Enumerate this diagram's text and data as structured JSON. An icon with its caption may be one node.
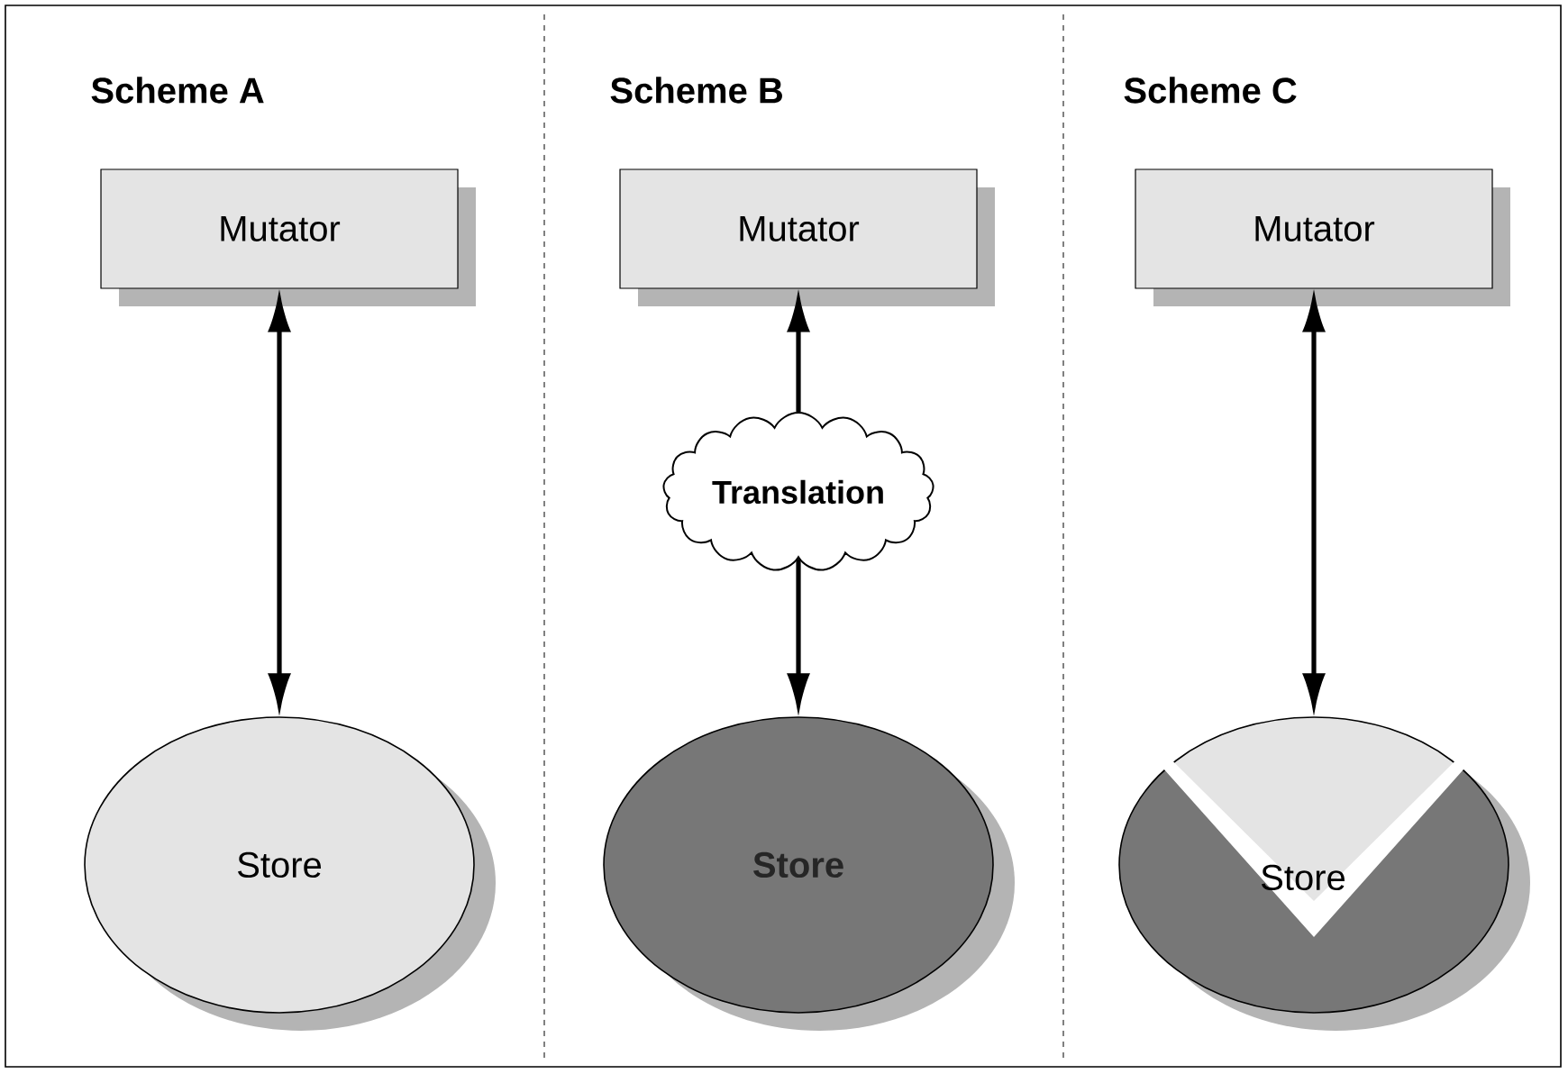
{
  "diagram": {
    "nodes": [
      {
        "text": [
          "Mutator"
        ]
      },
      {
        "text": [
          "Store"
        ]
      },
      {
        "text": [
          "Mutator"
        ]
      },
      {
        "text": [
          "Translation"
        ]
      },
      {
        "text": [
          "Store"
        ]
      },
      {
        "text": [
          "Mutator"
        ]
      },
      {
        "text": [
          "Store"
        ]
      }
    ],
    "edges": [
      {
        "from": 0,
        "to": 1,
        "arrow": "both"
      },
      {
        "from": 3,
        "to": 2,
        "arrow": "to"
      },
      {
        "from": 3,
        "to": 4,
        "arrow": "to"
      },
      {
        "from": 5,
        "to": 6,
        "arrow": "both"
      }
    ],
    "labels": [
      "Scheme A",
      "Scheme B",
      "Scheme C"
    ]
  }
}
